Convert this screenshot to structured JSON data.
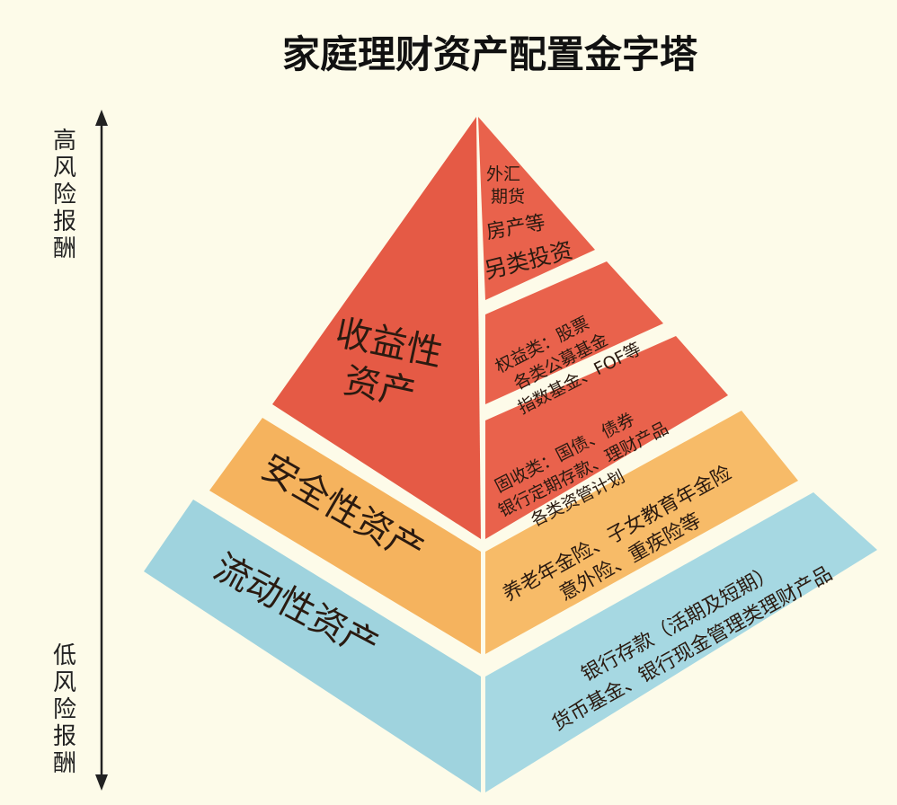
{
  "title": "家庭理财资产配置金字塔",
  "axis": {
    "high": [
      "高",
      "风",
      "险",
      "报",
      "酬"
    ],
    "low": [
      "低",
      "风",
      "险",
      "报",
      "酬"
    ]
  },
  "colors": {
    "background": "#fdfbe9",
    "income": "#e55a45",
    "safety": "#f5b35e",
    "liquidity": "#9fd3de"
  },
  "tiers": {
    "income": {
      "label": [
        "收益性",
        "资产"
      ],
      "alt": [
        "外汇",
        "期货",
        "房产等",
        "另类投资"
      ],
      "equity": [
        "权益类：股票",
        "各类公募基金",
        "指数基金、FOF等"
      ],
      "fixed": [
        "固收类：国债、债券",
        "银行定期存款、理财产品",
        "各类资管计划"
      ]
    },
    "safety": {
      "label": "安全性资产",
      "desc": [
        "养老年金险、子女教育年金险",
        "意外险、重疾险等"
      ]
    },
    "liquidity": {
      "label": "流动性资产",
      "desc": [
        "银行存款（活期及短期）",
        "货币基金、银行现金管理类理财产品"
      ]
    }
  }
}
